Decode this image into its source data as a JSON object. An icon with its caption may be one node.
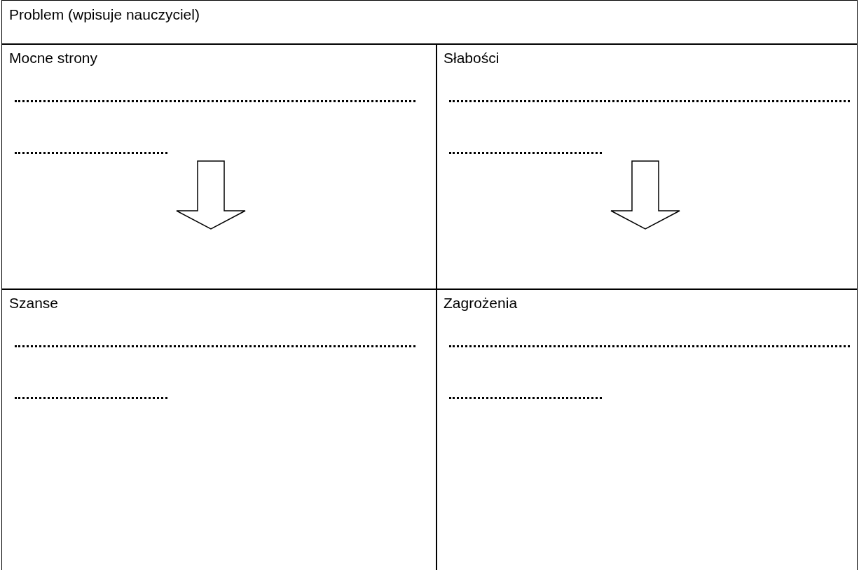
{
  "diagram": {
    "nodes": [
      {
        "text": [
          "Problem (wpisuje nauczyciel)"
        ]
      },
      {
        "text": [
          "Mocne strony"
        ]
      },
      {
        "text": [
          "Słabości"
        ]
      },
      {
        "text": [
          "Szanse"
        ]
      },
      {
        "text": [
          "Zagrożenia"
        ]
      }
    ]
  }
}
